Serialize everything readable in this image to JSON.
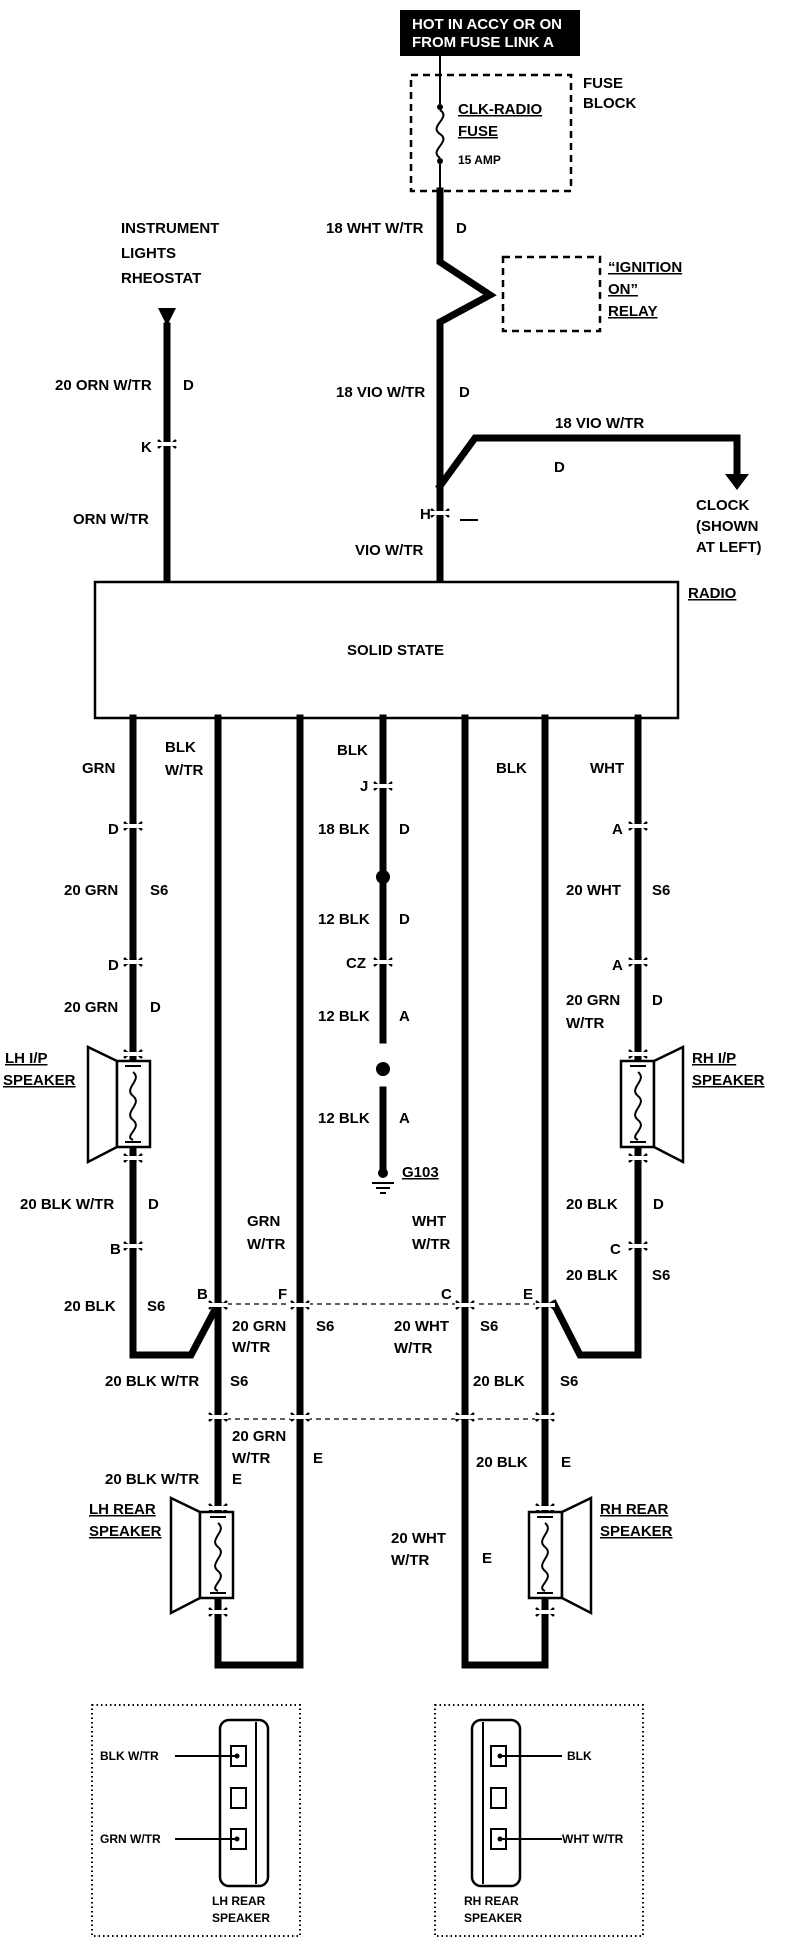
{
  "source": {
    "line1": "HOT IN ACCY OR ON",
    "line2": "FROM FUSE LINK A"
  },
  "fuse_block": {
    "label1": "FUSE",
    "label2": "BLOCK",
    "fuse1": "CLK-RADIO",
    "fuse2": "FUSE",
    "rating": "15 AMP"
  },
  "relay": {
    "line1": "“IGNITION",
    "line2": "ON”",
    "line3": "RELAY"
  },
  "rheostat": {
    "line1": "INSTRUMENT",
    "line2": "LIGHTS",
    "line3": "RHEOSTAT"
  },
  "clock": {
    "line1": "CLOCK",
    "line2": "(SHOWN",
    "line3": "AT LEFT)"
  },
  "radio": {
    "label": "RADIO",
    "inner": "SOLID STATE"
  },
  "ground": {
    "label": "G103"
  },
  "speakers": {
    "lh_ip1": "LH I/P",
    "lh_ip2": "SPEAKER",
    "rh_ip1": "RH I/P",
    "rh_ip2": "SPEAKER",
    "lh_rear1": "LH REAR",
    "lh_rear2": "SPEAKER",
    "rh_rear1": "RH REAR",
    "rh_rear2": "SPEAKER"
  },
  "labels": {
    "wht18": "18 WHT W/TR",
    "d": "D",
    "vio18": "18 VIO W/TR",
    "vio18b": "18 VIO W/TR",
    "h": "H",
    "viowtr": "VIO W/TR",
    "orn20": "20 ORN W/TR",
    "k": "K",
    "ornwtr": "ORN W/TR",
    "grn": "GRN",
    "blk": "BLK",
    "wtr": "W/TR",
    "wht": "WHT",
    "a": "A",
    "j": "J",
    "cz": "CZ",
    "blk18": "18 BLK",
    "blk12": "12 BLK",
    "grn20": "20 GRN",
    "s6": "S6",
    "wht20": "20 WHT",
    "blkwtr20": "20 BLK W/TR",
    "b": "B",
    "c": "C",
    "e": "E",
    "f": "F",
    "blk20": "20 BLK",
    "grn_": "GRN",
    "wht_": "WHT"
  },
  "connectors": {
    "lh_title1": "LH REAR",
    "lh_title2": "SPEAKER",
    "lh_pin1": "BLK W/TR",
    "lh_pin2": "GRN W/TR",
    "rh_title1": "RH REAR",
    "rh_title2": "SPEAKER",
    "rh_pin1": "BLK",
    "rh_pin2": "WHT W/TR"
  }
}
